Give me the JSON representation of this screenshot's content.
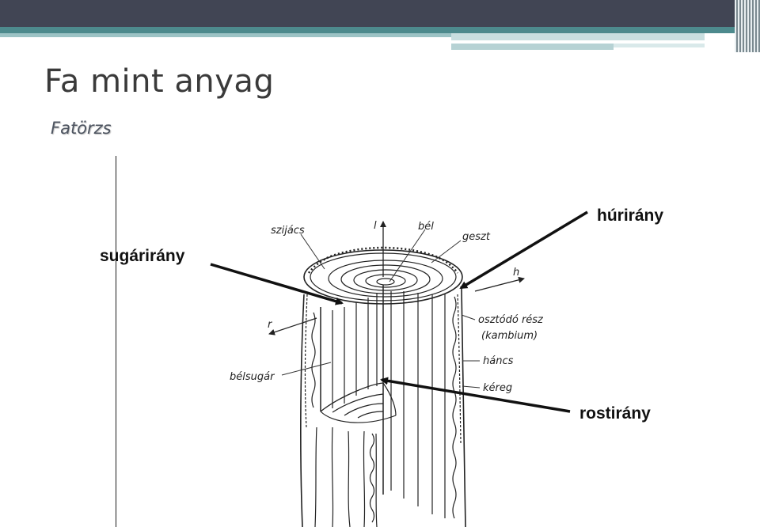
{
  "slide": {
    "title": "Fa mint anyag",
    "subtitle": "Fatörzs"
  },
  "diagram": {
    "direction_labels": {
      "radial": "sugárirány",
      "tangential": "húrirány",
      "longitudinal": "rostirány"
    },
    "axis_letters": {
      "l": "l",
      "h": "h",
      "r": "r"
    },
    "part_labels": {
      "sapwood": "szijács",
      "pith": "bél",
      "heartwood": "geszt",
      "cambium_line1": "osztódó rész",
      "cambium_line2": "(kambium)",
      "bast": "háncs",
      "bark": "kéreg",
      "medullary_ray": "bélsugár"
    }
  },
  "colors": {
    "header_dark": "#414554",
    "header_teal": "#4d8a8d",
    "title_text": "#3a3a3a"
  }
}
